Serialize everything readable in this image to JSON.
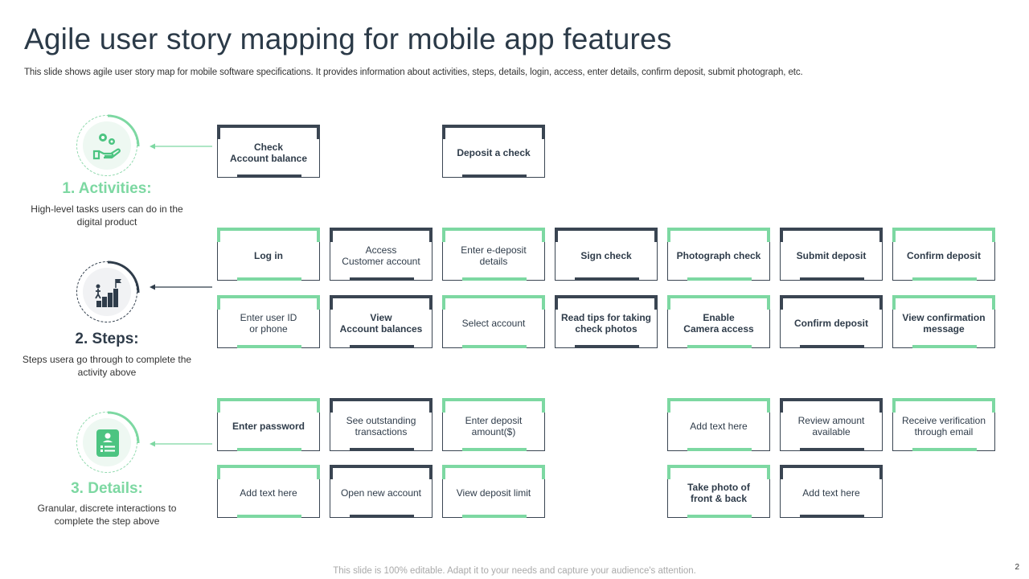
{
  "header": {
    "title": "Agile user story mapping for mobile app features",
    "subtitle": "This slide shows agile user story map for mobile software specifications. It provides information about activities, steps, details, login, access, enter details, confirm deposit, submit photograph, etc."
  },
  "categories": [
    {
      "title": "1. Activities:",
      "description": "High-level  tasks users can do in the digital product",
      "icon": "hand-gears-icon",
      "color": "#7dd8a2"
    },
    {
      "title": "2. Steps:",
      "description": "Steps usera go through to complete the activity above",
      "icon": "stairs-flag-icon",
      "color": "#2f3c4a"
    },
    {
      "title": "3. Details:",
      "description": "Granular,  discrete interactions to complete the step above",
      "icon": "document-list-icon",
      "color": "#7dd8a2"
    }
  ],
  "cards": [
    {
      "id": "a1",
      "text": "Check\nAccount balance",
      "style": "dark",
      "bold": true
    },
    {
      "id": "a2",
      "text": "Deposit a check",
      "style": "dark",
      "bold": true
    },
    {
      "id": "s1",
      "text": "Log in",
      "style": "green",
      "bold": true
    },
    {
      "id": "s2",
      "text": "Access\nCustomer account",
      "style": "dark",
      "bold": false
    },
    {
      "id": "s3",
      "text": "Enter e-deposit\ndetails",
      "style": "green",
      "bold": false
    },
    {
      "id": "s4",
      "text": "Sign check",
      "style": "dark",
      "bold": true
    },
    {
      "id": "s5",
      "text": "Photograph check",
      "style": "green",
      "bold": true
    },
    {
      "id": "s6",
      "text": "Submit deposit",
      "style": "dark",
      "bold": true
    },
    {
      "id": "s7",
      "text": "Confirm deposit",
      "style": "green",
      "bold": true
    },
    {
      "id": "s8",
      "text": "Enter user ID\nor phone",
      "style": "green",
      "bold": false
    },
    {
      "id": "s9",
      "text": "View\nAccount balances",
      "style": "dark",
      "bold": true
    },
    {
      "id": "s10",
      "text": "Select account",
      "style": "green",
      "bold": false
    },
    {
      "id": "s11",
      "text": "Read tips for taking\ncheck photos",
      "style": "dark",
      "bold": true
    },
    {
      "id": "s12",
      "text": "Enable\nCamera access",
      "style": "green",
      "bold": true
    },
    {
      "id": "s13",
      "text": "Confirm deposit",
      "style": "dark",
      "bold": true
    },
    {
      "id": "s14",
      "text": "View confirmation\nmessage",
      "style": "green",
      "bold": true
    },
    {
      "id": "d1",
      "text": "Enter password",
      "style": "green",
      "bold": true
    },
    {
      "id": "d2",
      "text": "See outstanding\ntransactions",
      "style": "dark",
      "bold": false
    },
    {
      "id": "d3",
      "text": "Enter deposit\namount($)",
      "style": "green",
      "bold": false
    },
    {
      "id": "d4",
      "text": "Add text here",
      "style": "green",
      "bold": false
    },
    {
      "id": "d5",
      "text": "Review amount\navailable",
      "style": "dark",
      "bold": false
    },
    {
      "id": "d6",
      "text": "Receive verification\nthrough email",
      "style": "green",
      "bold": false
    },
    {
      "id": "d7",
      "text": "Add text here",
      "style": "green",
      "bold": false
    },
    {
      "id": "d8",
      "text": "Open new account",
      "style": "dark",
      "bold": false
    },
    {
      "id": "d9",
      "text": "View deposit limit",
      "style": "green",
      "bold": false
    },
    {
      "id": "d10",
      "text": "Take photo of\nfront & back",
      "style": "green",
      "bold": true
    },
    {
      "id": "d11",
      "text": "Add text here",
      "style": "dark",
      "bold": false
    }
  ],
  "footer": {
    "note": "This slide is 100% editable. Adapt it to your needs and capture your audience's attention.",
    "page_number": "2"
  }
}
